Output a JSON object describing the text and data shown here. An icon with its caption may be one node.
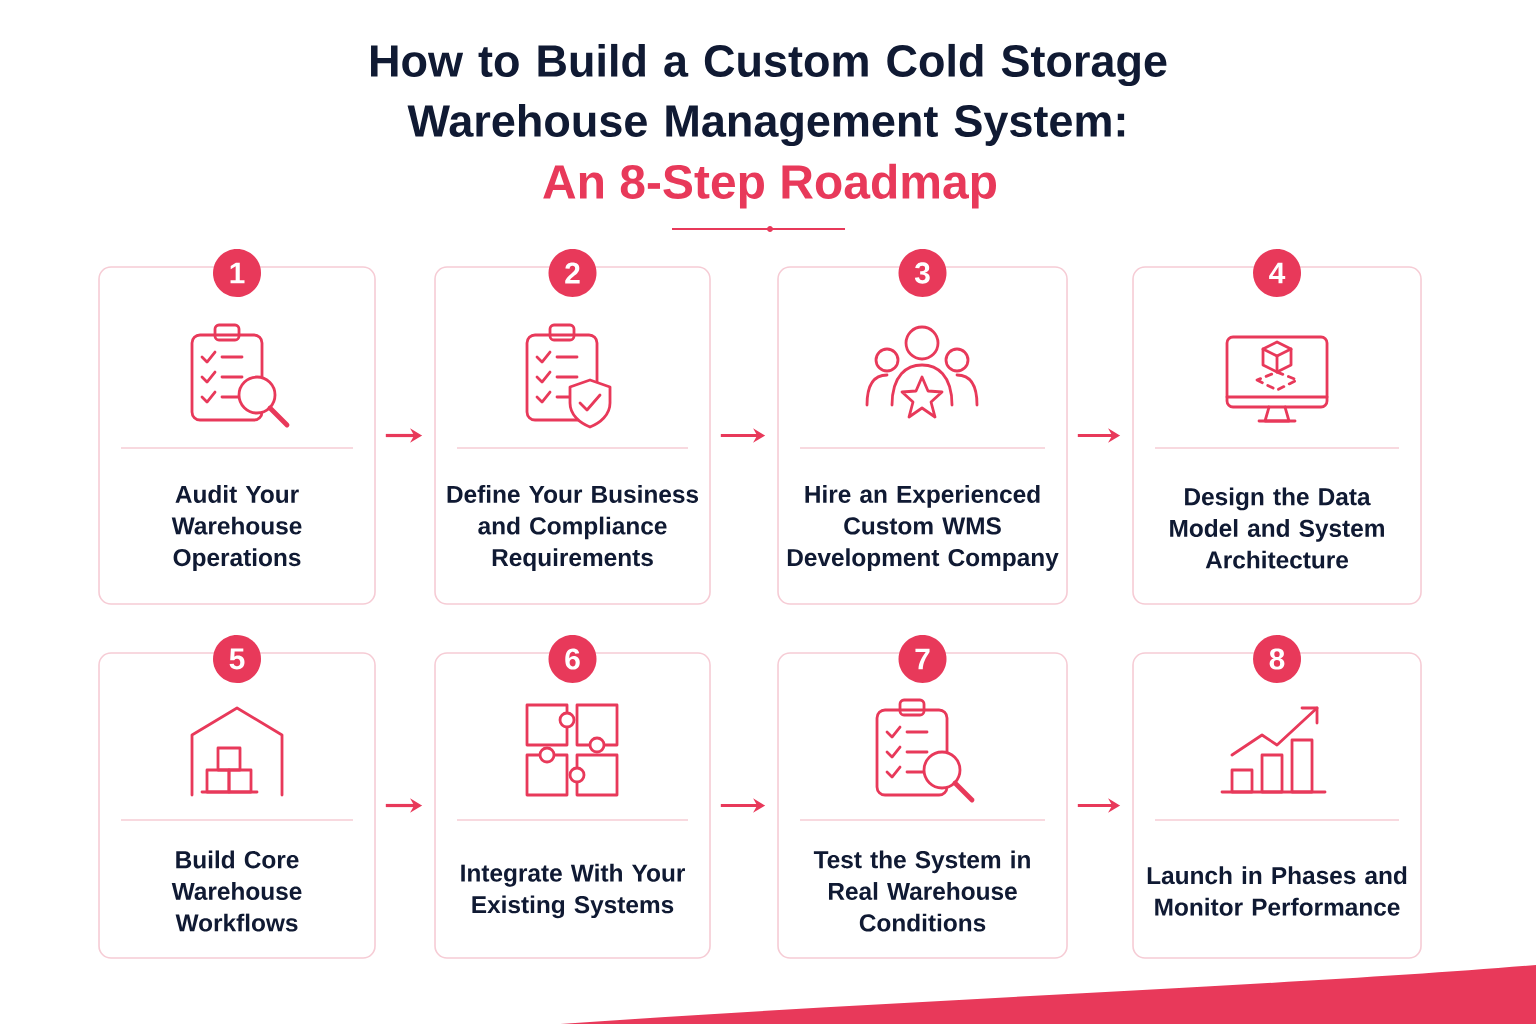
{
  "diagram": {
    "title": "How to Build a Custom Cold Storage Warehouse Management System:",
    "nodes": [
      {
        "text": [
          "1",
          "Audit Your Warehouse Operations"
        ]
      },
      {
        "text": [
          "2",
          "Define Your Business and Compliance Requirements"
        ]
      },
      {
        "text": [
          "3",
          "Hire an Experienced Custom WMS Development Company"
        ]
      },
      {
        "text": [
          "4",
          "Design the Data Model and System Architecture"
        ]
      },
      {
        "text": [
          "5",
          "Build Core Warehouse Workflows"
        ]
      },
      {
        "text": [
          "6",
          "Integrate With Your Existing Systems"
        ]
      },
      {
        "text": [
          "7",
          "Test the System in Real Warehouse Conditions"
        ]
      },
      {
        "text": [
          "8",
          "Launch in Phases and Monitor Performance"
        ]
      }
    ],
    "edges": [
      {
        "from": 0,
        "to": 1,
        "arrow": "to"
      },
      {
        "from": 1,
        "to": 2,
        "arrow": "to"
      },
      {
        "from": 2,
        "to": 3,
        "arrow": "to"
      },
      {
        "from": 4,
        "to": 5,
        "arrow": "to"
      },
      {
        "from": 5,
        "to": 6,
        "arrow": "to"
      },
      {
        "from": 6,
        "to": 7,
        "arrow": "to"
      }
    ],
    "labels": [
      "An 8-Step Roadmap"
    ]
  }
}
